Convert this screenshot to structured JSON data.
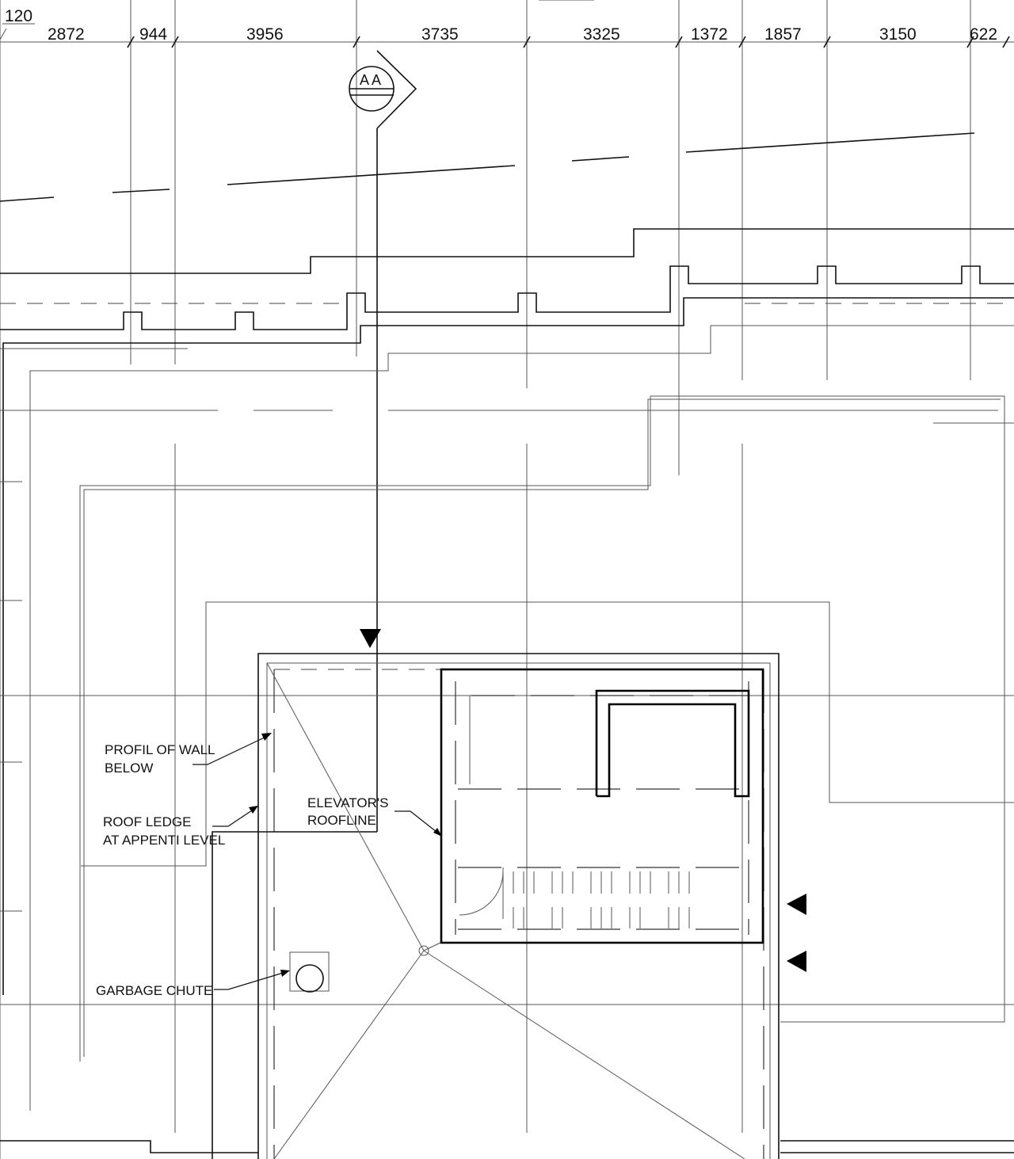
{
  "top_overall_dimension": "120",
  "dimensions": [
    "2872",
    "944",
    "3956",
    "3735",
    "3325",
    "1372",
    "1857",
    "3150",
    "622"
  ],
  "section_marker": {
    "label": "A A"
  },
  "labels": {
    "profile_wall_line1": "PROFIL OF WALL",
    "profile_wall_line2": "BELOW",
    "roof_ledge_line1": "ROOF LEDGE",
    "roof_ledge_line2": "AT APPENTI LEVEL",
    "elevator_line1": "ELEVATOR'S",
    "elevator_line2": "ROOFLINE",
    "garbage_chute": "GARBAGE CHUTE"
  },
  "icons": [
    "section-marker-icon",
    "section-arrow-icon",
    "direction-arrow-icon"
  ],
  "colors": {
    "line": "#000000",
    "background": "#ffffff"
  }
}
